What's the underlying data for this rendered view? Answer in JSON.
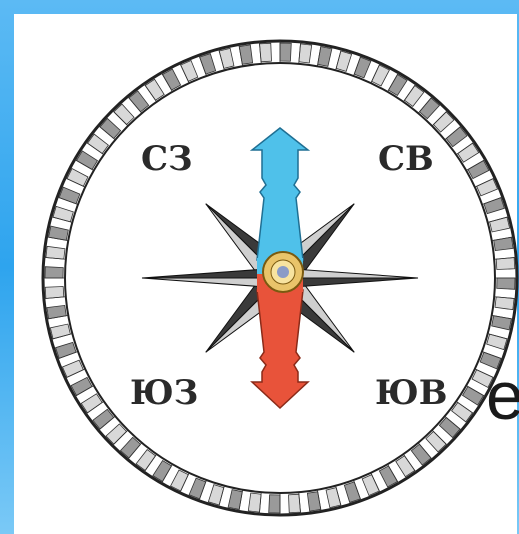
{
  "compass": {
    "labels": {
      "nw": "СЗ",
      "ne": "СВ",
      "sw": "ЮЗ",
      "se": "ЮВ"
    },
    "colors": {
      "background": "#3aaaf0",
      "background_light": "#9fd8f8",
      "panel": "#ffffff",
      "needle_north": "#4fc1ea",
      "needle_south": "#e8533a",
      "star_dark": "#3a3a3a",
      "star_light": "#cfcfcf",
      "hub": "#e9c46a",
      "hub_center": "#8a9bc7"
    },
    "icons": {
      "needle_north": "arrow-up-icon",
      "needle_south": "arrow-down-icon",
      "rose": "compass-rose-icon"
    }
  },
  "slide_text": {
    "partial_letter": "е"
  }
}
